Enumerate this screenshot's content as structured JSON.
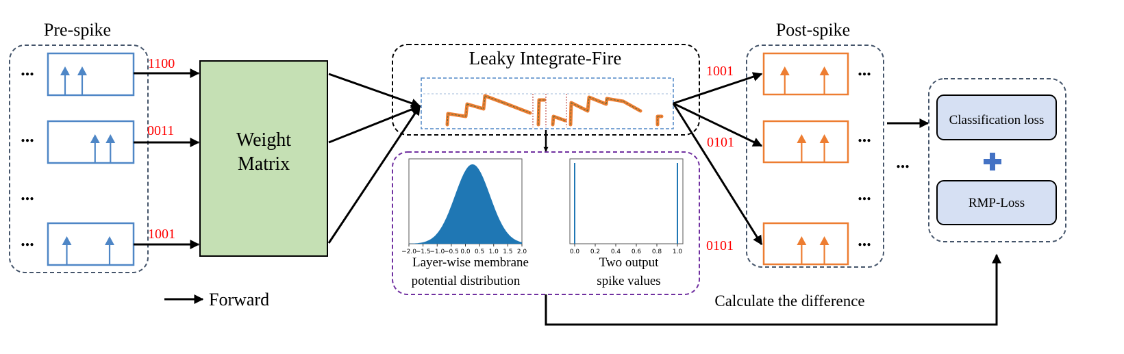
{
  "colors": {
    "pre_spike": "#4e86c6",
    "post_spike": "#ed7d31",
    "weight_fill": "#c5e0b4",
    "loss_fill": "#d6e0f3",
    "code_red": "#ff0000",
    "purple": "#7030a0",
    "histogram": "#1f77b4",
    "plus": "#4472c4"
  },
  "pre_spike": {
    "title": "Pre-spike",
    "codes": [
      "1100",
      "0011",
      "1001"
    ],
    "ellipsis": "...",
    "spike_positions": [
      [
        0.2,
        0.4
      ],
      [
        0.55,
        0.73
      ],
      [
        0.22,
        0.72
      ]
    ]
  },
  "weight_matrix": {
    "line1": "Weight",
    "line2": "Matrix"
  },
  "lif": {
    "title": "Leaky Integrate-Fire"
  },
  "distribution": {
    "hist": {
      "ticks": [
        "−2.0",
        "−1.5",
        "−1.0",
        "−0.5",
        "0.0",
        "0.5",
        "1.0",
        "1.5",
        "2.0"
      ],
      "caption_line1": "Layer-wise membrane",
      "caption_line2": "potential distribution",
      "range": [
        -2.0,
        2.0
      ],
      "shape": "gaussian",
      "mean": 0.25,
      "std": 0.62
    },
    "spikes": {
      "ticks": [
        "0.0",
        "0.2",
        "0.4",
        "0.6",
        "0.8",
        "1.0"
      ],
      "caption_line1": "Two output",
      "caption_line2": "spike values",
      "values": [
        0.0,
        1.0
      ],
      "range": [
        0.0,
        1.0
      ]
    }
  },
  "post_spike": {
    "title": "Post-spike",
    "codes": [
      "1001",
      "0101",
      "0101"
    ],
    "ellipsis": "...",
    "spike_positions": [
      [
        0.25,
        0.72
      ],
      [
        0.45,
        0.72
      ],
      [
        0.45,
        0.72
      ]
    ]
  },
  "loss": {
    "classification": "Classification loss",
    "rmp": "RMP-Loss",
    "plus": "+"
  },
  "ellipsis": "...",
  "legend": {
    "forward": "Forward"
  },
  "difference_label": "Calculate the difference"
}
